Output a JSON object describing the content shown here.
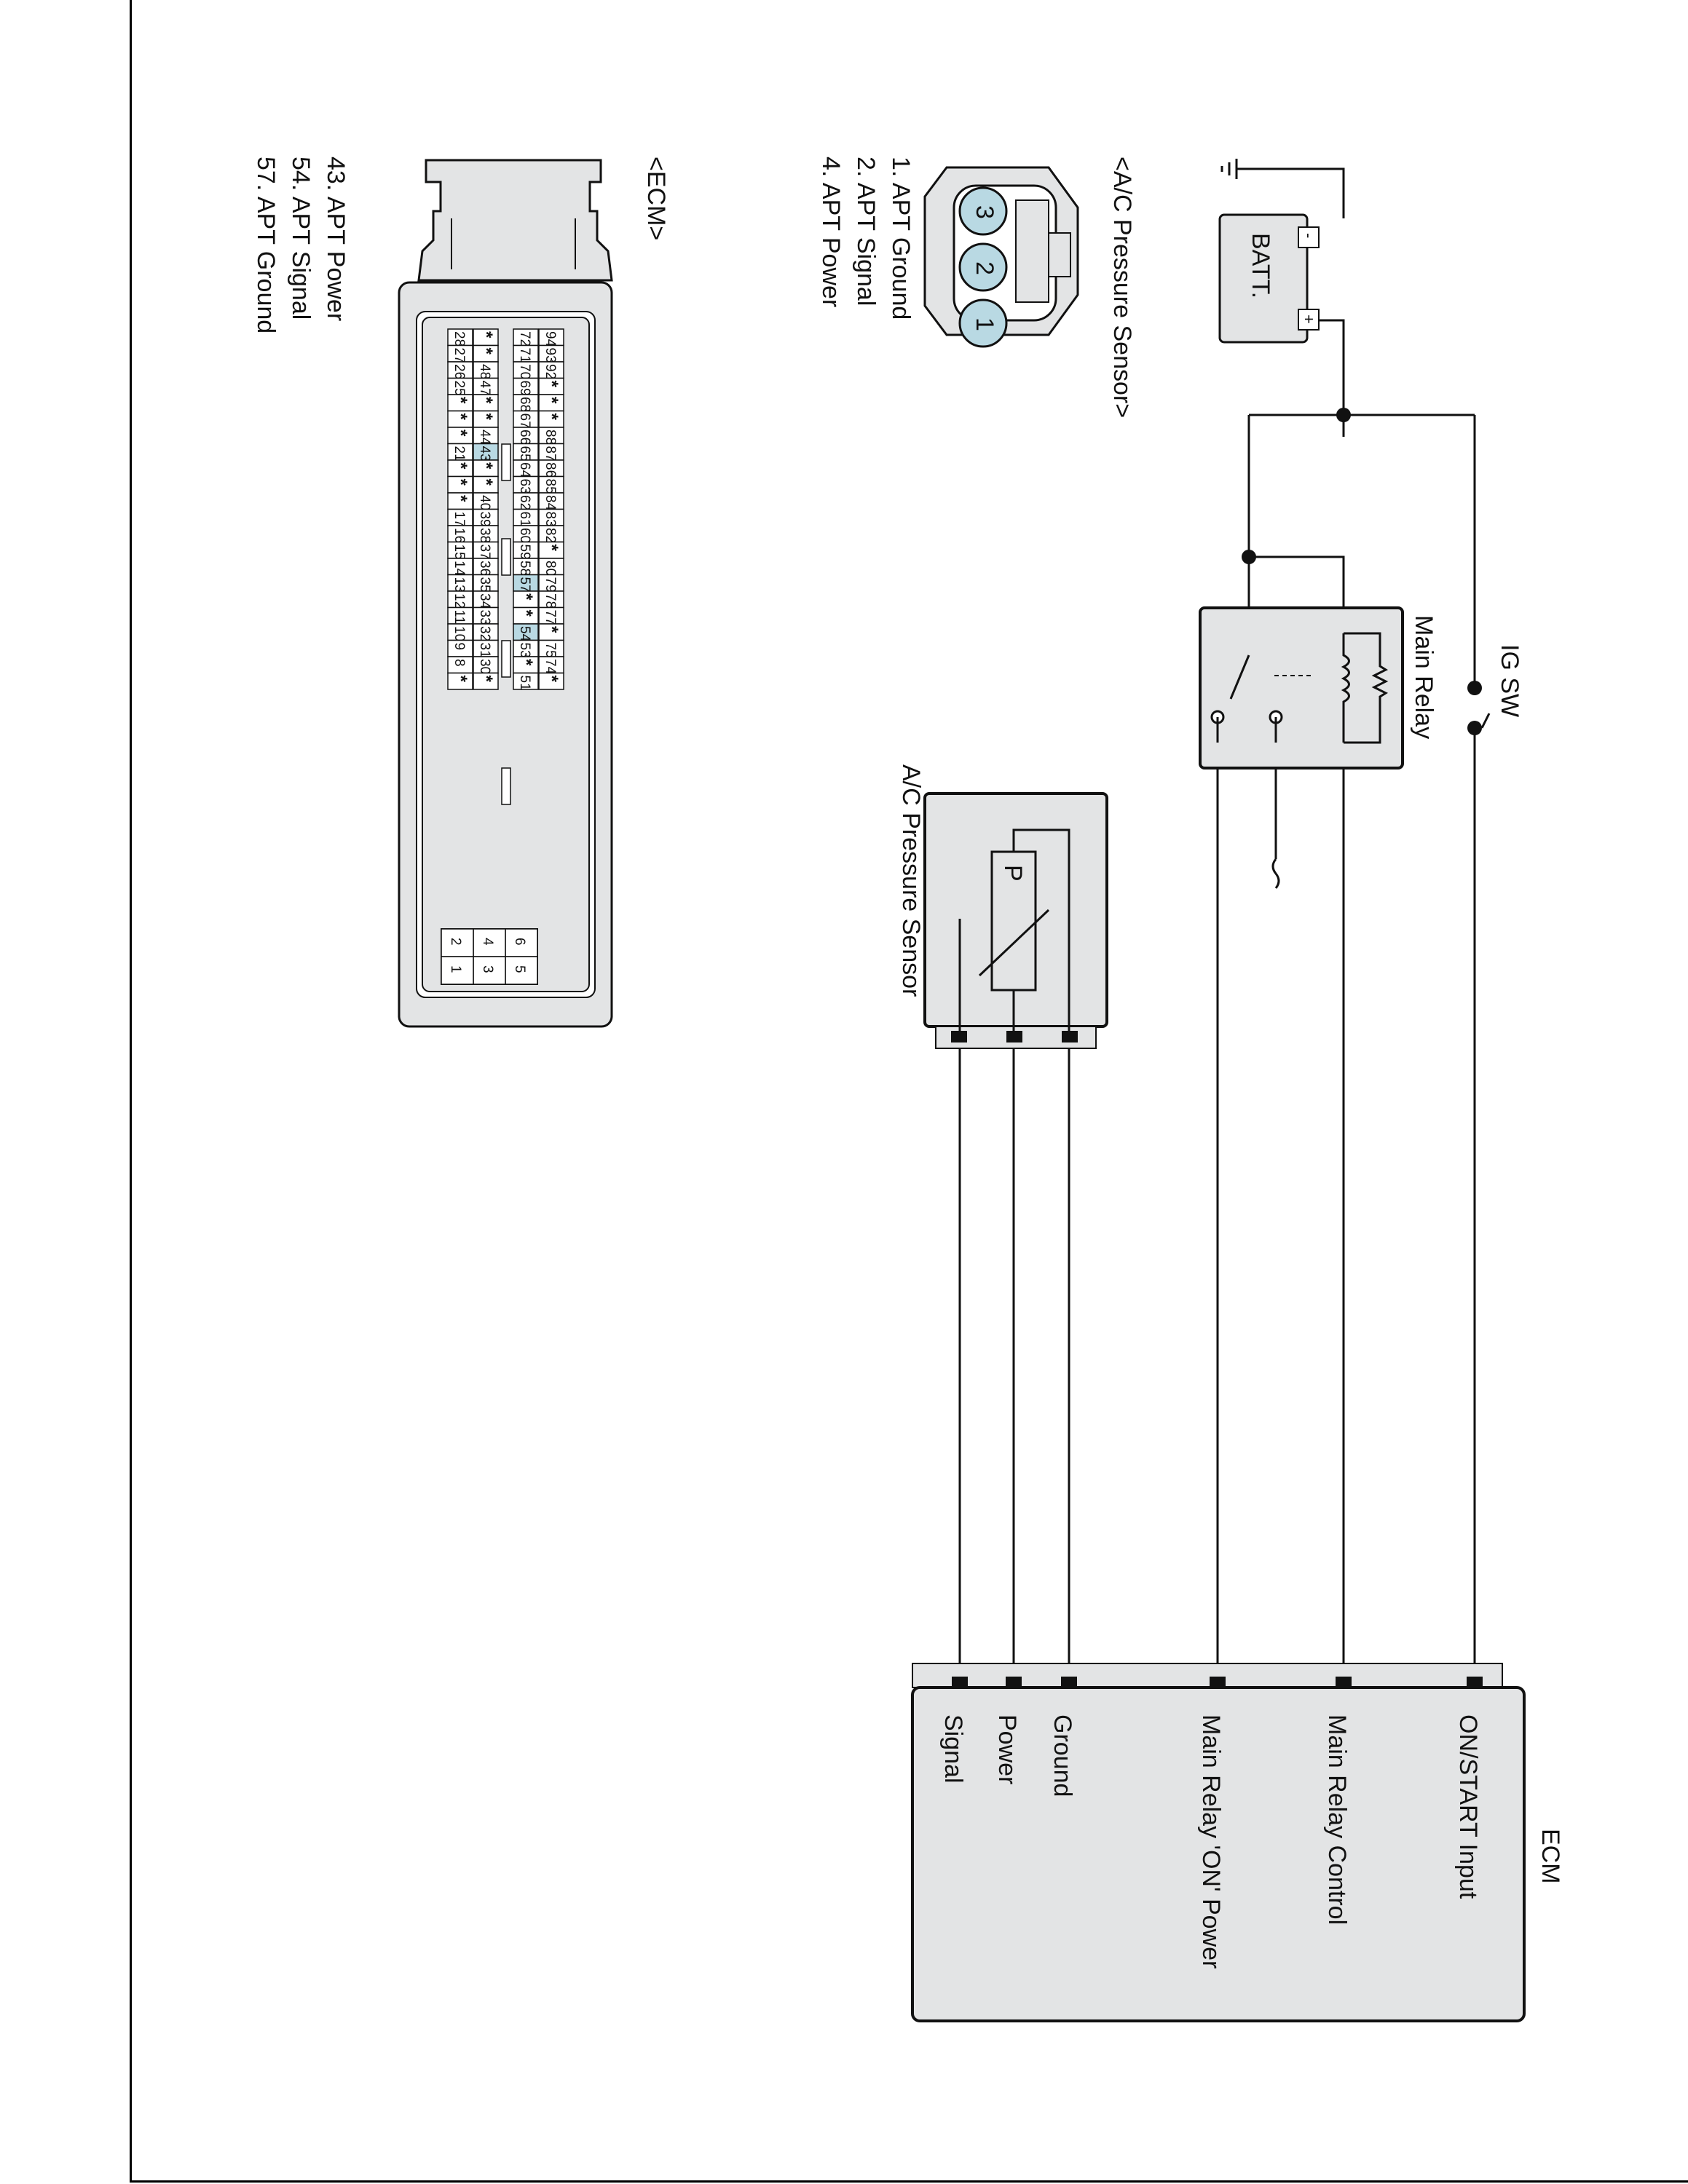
{
  "battery": {
    "label": "BATT.",
    "minus": "-",
    "plus": "+"
  },
  "ig_switch": {
    "label": "IG SW"
  },
  "main_relay": {
    "label": "Main Relay"
  },
  "sensor": {
    "label": "A/C Pressure Sensor",
    "symbol": "P"
  },
  "ecm": {
    "label": "ECM",
    "pins": [
      "ON/START Input",
      "Main Relay Control",
      "Main Relay 'ON' Power",
      "Ground",
      "Power",
      "Signal"
    ]
  },
  "connector_sensor": {
    "title": "<A/C Pressure Sensor>",
    "cavities": [
      "3",
      "2",
      "1"
    ],
    "legend": [
      "1. APT Ground",
      "2. APT Signal",
      "4. APT Power"
    ]
  },
  "connector_ecm": {
    "title": "<ECM>",
    "legend": [
      "43. APT Power",
      "54. APT Signal",
      "57. APT Ground"
    ],
    "highlight": [
      "43",
      "54",
      "57"
    ],
    "rows": [
      [
        "94",
        "93",
        "92",
        "*",
        "*",
        "*",
        "88",
        "87",
        "86",
        "85",
        "84",
        "83",
        "82",
        "*",
        "80",
        "79",
        "78",
        "77",
        "*",
        "75",
        "74",
        "*"
      ],
      [
        "72",
        "71",
        "70",
        "69",
        "68",
        "67",
        "66",
        "65",
        "64",
        "63",
        "62",
        "61",
        "60",
        "59",
        "58",
        "57",
        "*",
        "*",
        "54",
        "53",
        "*",
        "51"
      ],
      [
        "*",
        "*",
        "48",
        "47",
        "*",
        "*",
        "44",
        "43",
        "*",
        "*",
        "40",
        "39",
        "38",
        "37",
        "36",
        "35",
        "34",
        "33",
        "32",
        "31",
        "30",
        "*"
      ],
      [
        "28",
        "27",
        "26",
        "25",
        "*",
        "*",
        "*",
        "21",
        "*",
        "*",
        "*",
        "17",
        "16",
        "15",
        "14",
        "13",
        "12",
        "11",
        "10",
        "9",
        "8",
        "*"
      ]
    ],
    "small_block": [
      [
        "6",
        "5"
      ],
      [
        "4",
        "3"
      ],
      [
        "2",
        "1"
      ]
    ]
  },
  "colors": {
    "highlight": "#b9d9e3",
    "line": "#111111",
    "box_fill": "#e3e4e5"
  }
}
